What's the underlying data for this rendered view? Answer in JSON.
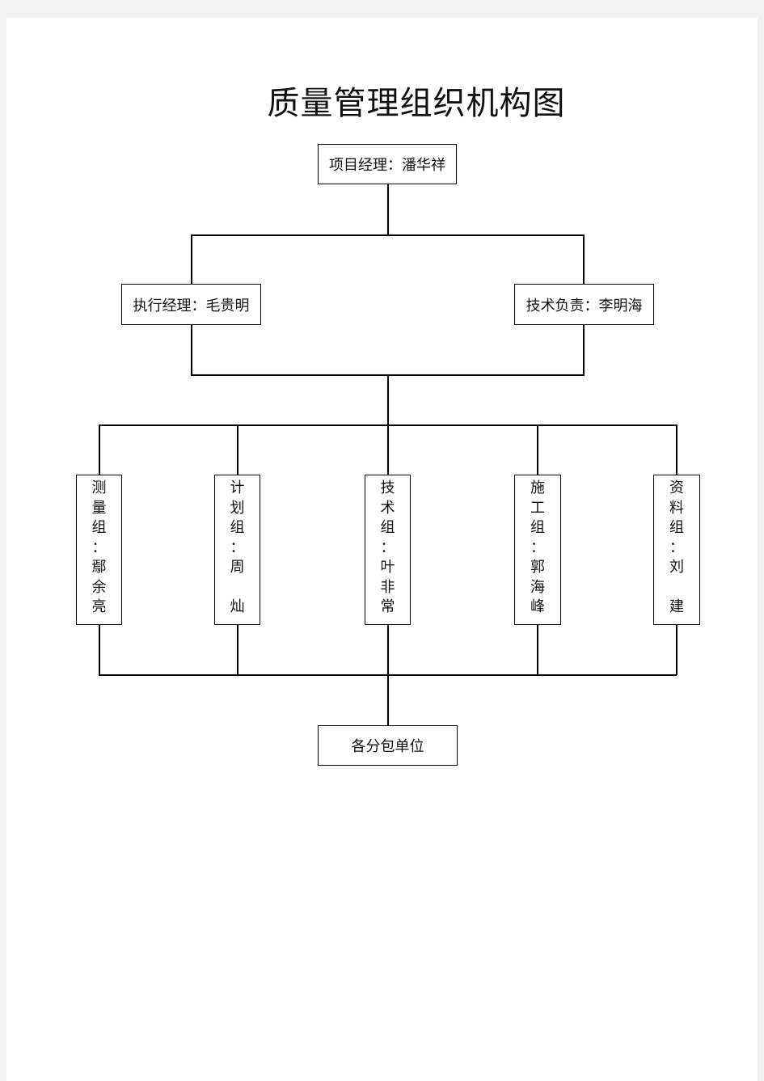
{
  "title": "质量管理组织机构图",
  "project_manager": "项目经理：潘华祥",
  "executive_manager": "执行经理：毛贵明",
  "technical_lead": "技术负责：李明海",
  "groups": [
    "测\n量\n组\n：\n鄢\n余\n亮",
    "计\n划\n组\n：\n周\n\n灿",
    "技\n术\n组\n：\n叶\n非\n常",
    "施\n工\n组\n：\n郭\n海\n峰",
    "资\n料\n组\n：\n刘\n\n建"
  ],
  "subcontractors": "各分包单位"
}
